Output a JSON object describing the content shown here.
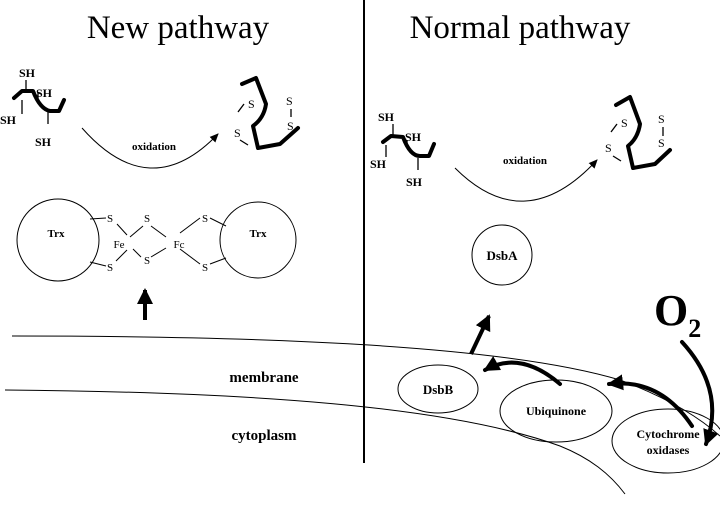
{
  "titles": {
    "left": "New pathway",
    "right": "Normal pathway"
  },
  "left": {
    "sh_labels": [
      "SH",
      "SH",
      "SH",
      "SH"
    ],
    "s_labels": [
      "S",
      "S",
      "S",
      "S"
    ],
    "oxidation": "oxidation",
    "cluster": {
      "trx_left": "Trx",
      "trx_right": "Trx",
      "fe_left": "Fe",
      "fe_right": "Fc",
      "s_labels": [
        "S",
        "S",
        "S",
        "S",
        "S",
        "S"
      ]
    }
  },
  "right": {
    "sh_labels": [
      "SH",
      "SH",
      "SH",
      "SH"
    ],
    "s_labels": [
      "S",
      "S",
      "S",
      "S"
    ],
    "oxidation": "oxidation",
    "dsba": "DsbA",
    "dsbb": "DsbB",
    "ubiquinone": "Ubiquinone",
    "cytochrome_line1": "Cytochrome",
    "cytochrome_line2": "oxidases",
    "oxygen": "O",
    "oxygen_subscript": "2"
  },
  "compartments": {
    "membrane": "membrane",
    "cytoplasm": "cytoplasm"
  }
}
